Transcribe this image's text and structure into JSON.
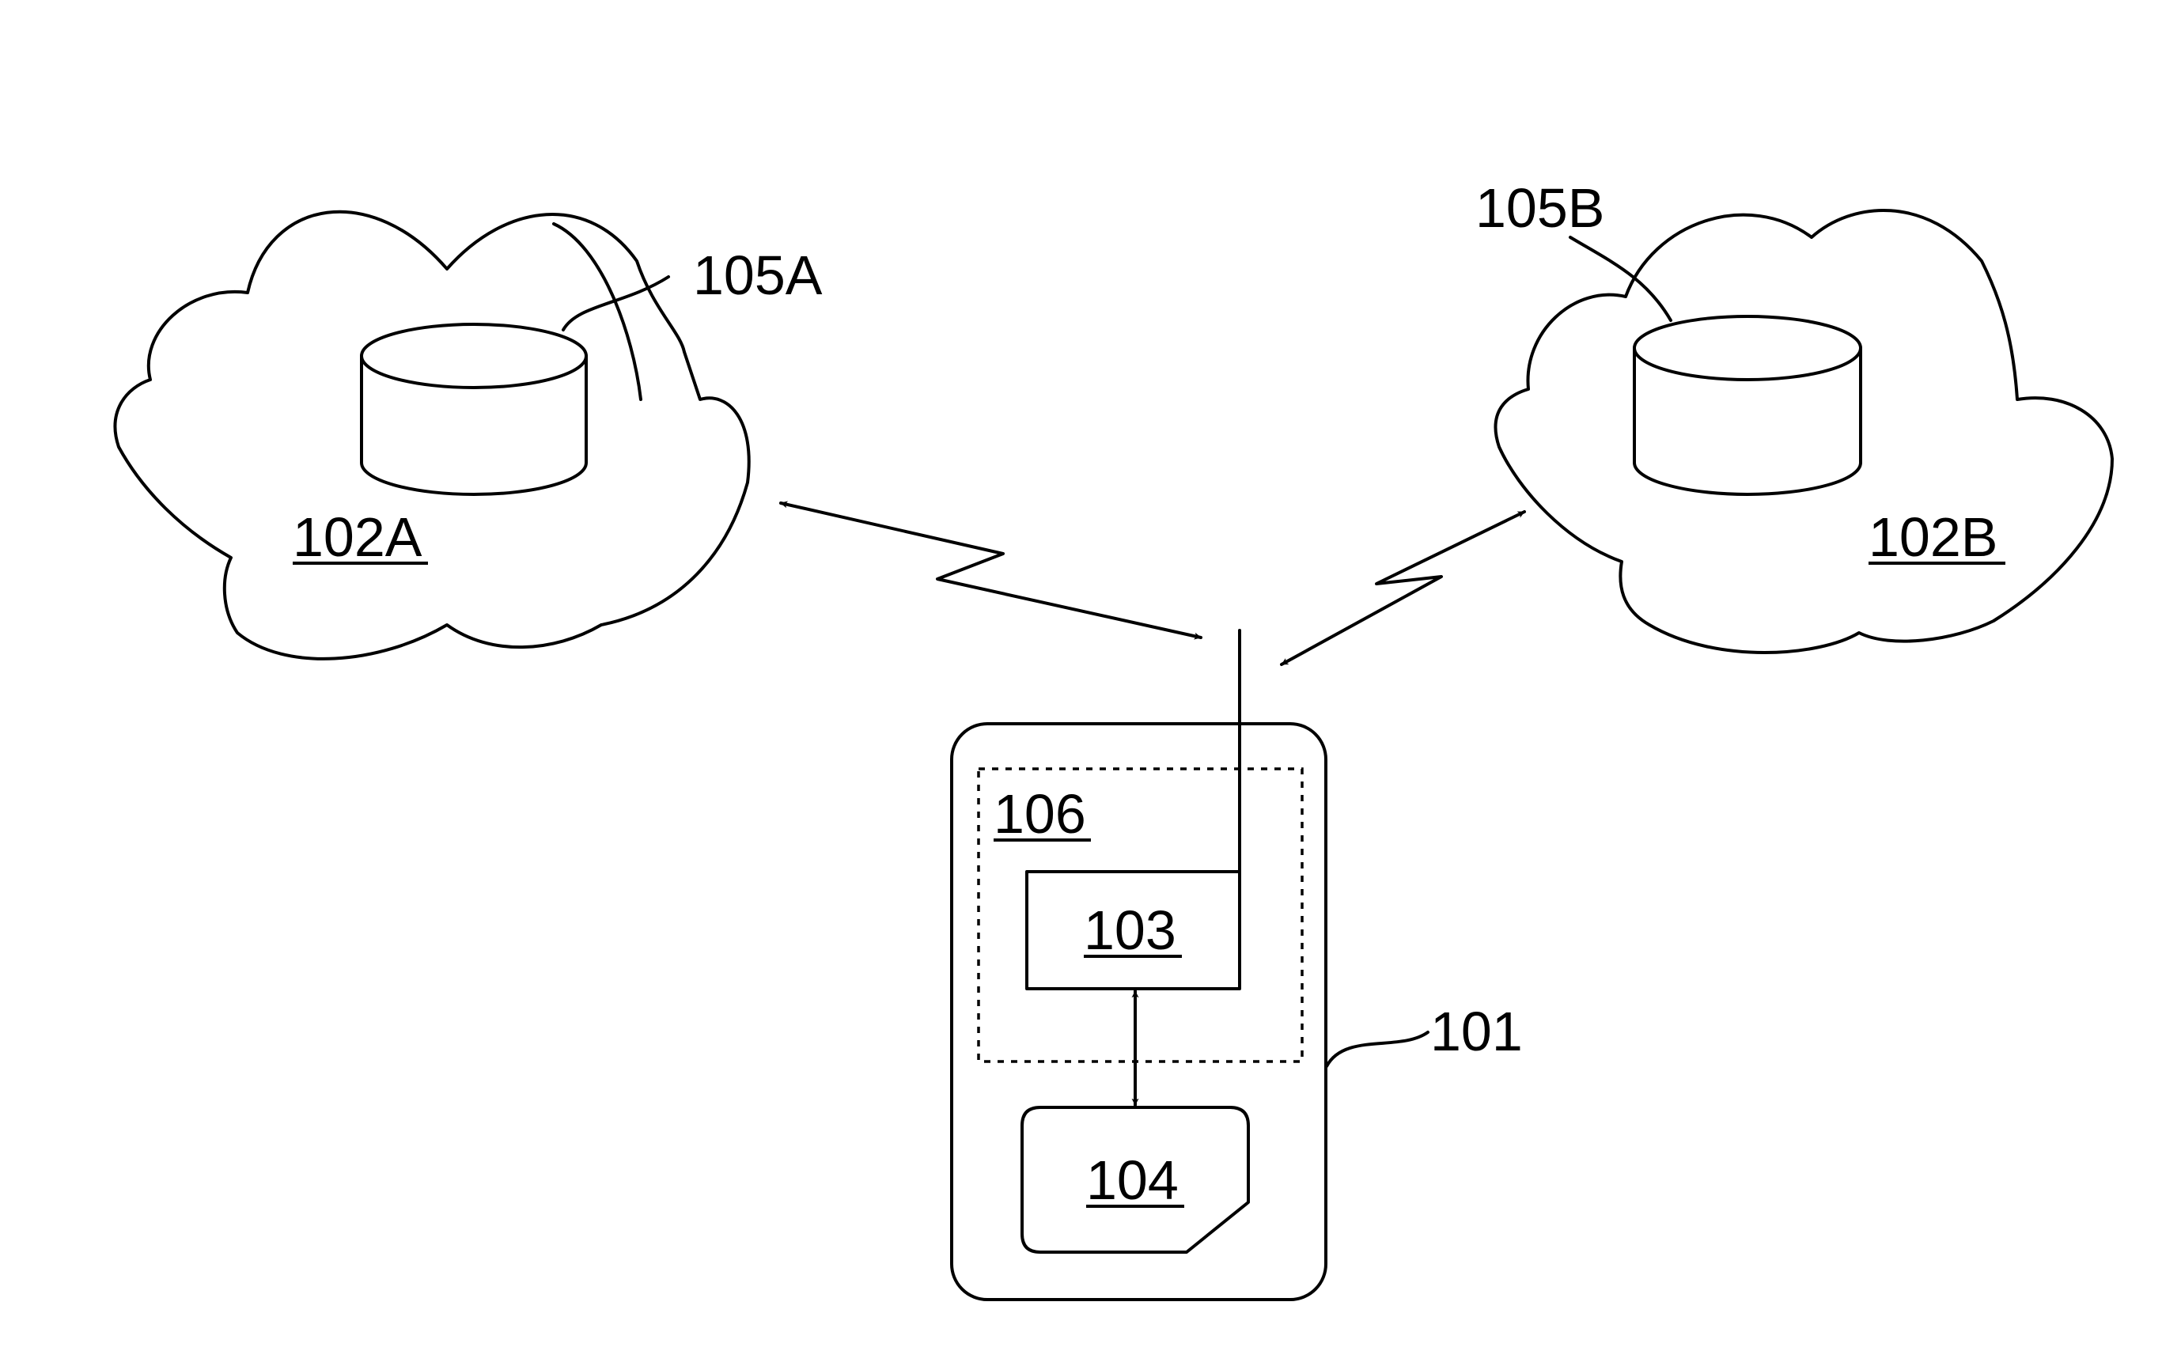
{
  "labels": {
    "cloud_left": "102A",
    "cloud_right": "102B",
    "database_left": "105A",
    "database_right": "105B",
    "device": "101",
    "module_area": "106",
    "processor": "103",
    "card": "104"
  },
  "underlined_labels": [
    "102A",
    "102B",
    "106",
    "103",
    "104"
  ],
  "colors": {
    "line": "#000000",
    "background": "#ffffff"
  }
}
